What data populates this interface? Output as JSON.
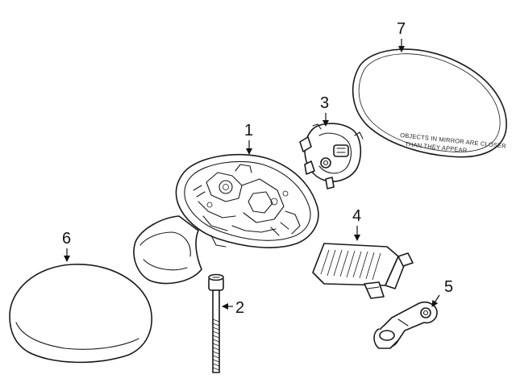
{
  "callouts": [
    {
      "id": "1",
      "label": "1"
    },
    {
      "id": "2",
      "label": "2"
    },
    {
      "id": "3",
      "label": "3"
    },
    {
      "id": "4",
      "label": "4"
    },
    {
      "id": "5",
      "label": "5"
    },
    {
      "id": "6",
      "label": "6"
    },
    {
      "id": "7",
      "label": "7"
    }
  ],
  "mirror_glass_text": {
    "line1": "OBJECTS IN MIRROR ARE CLOSER",
    "line2": "THAN THEY APPEAR"
  }
}
